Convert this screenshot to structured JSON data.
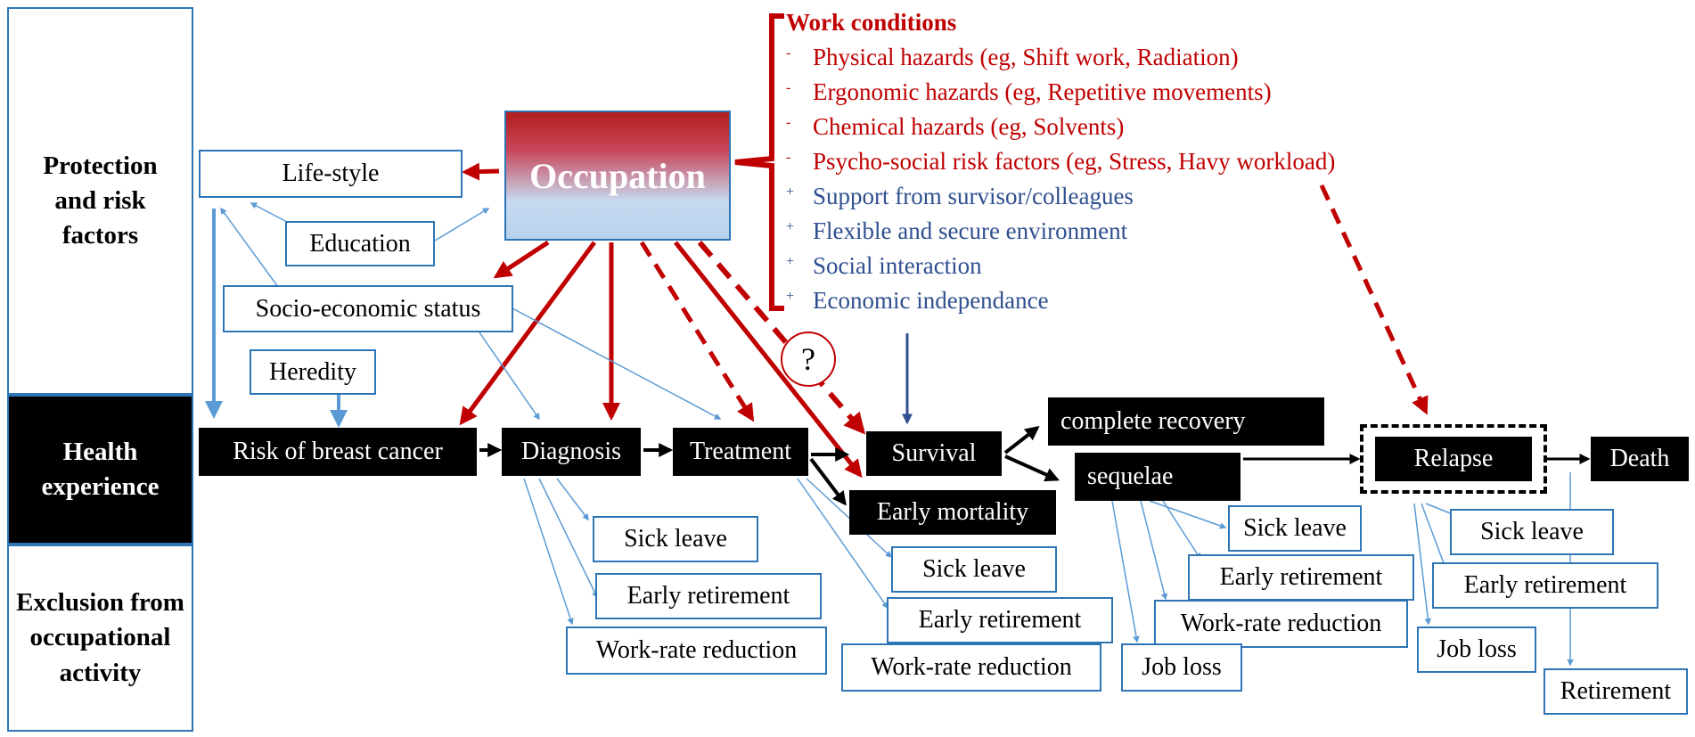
{
  "lanes": {
    "protection": "Protection and risk factors",
    "health": "Health experience",
    "exclusion": "Exclusion from occupational activity"
  },
  "factors": {
    "occupation": "Occupation",
    "lifestyle": "Life-style",
    "education": "Education",
    "ses": "Socio-economic status",
    "heredity": "Heredity"
  },
  "work_conditions": {
    "title": "Work conditions",
    "negative_sign": "-",
    "positive_sign": "+",
    "negative": [
      "Physical hazards (eg, Shift work, Radiation)",
      "Ergonomic hazards (eg, Repetitive movements)",
      "Chemical hazards (eg, Solvents)",
      "Psycho-social risk factors (eg, Stress, Havy workload)"
    ],
    "positive": [
      "Support from survisor/colleagues",
      "Flexible and secure environment",
      "Social interaction",
      "Economic independance"
    ]
  },
  "question_mark": "?",
  "health_stages": {
    "risk": "Risk of breast cancer",
    "diagnosis": "Diagnosis",
    "treatment": "Treatment",
    "survival": "Survival",
    "complete_recovery": "complete recovery",
    "sequelae": "sequelae",
    "early_mortality": "Early mortality",
    "relapse": "Relapse",
    "death": "Death"
  },
  "outcomes": {
    "sick_leave": "Sick leave",
    "early_retirement": "Early retirement",
    "work_rate_reduction": "Work-rate reduction",
    "job_loss": "Job loss",
    "retirement": "Retirement"
  },
  "colors": {
    "red": "#c00000",
    "blue_line": "#5b9bd5",
    "blue_border": "#2e75b6",
    "navy": "#2f4f8f",
    "black": "#000000"
  }
}
